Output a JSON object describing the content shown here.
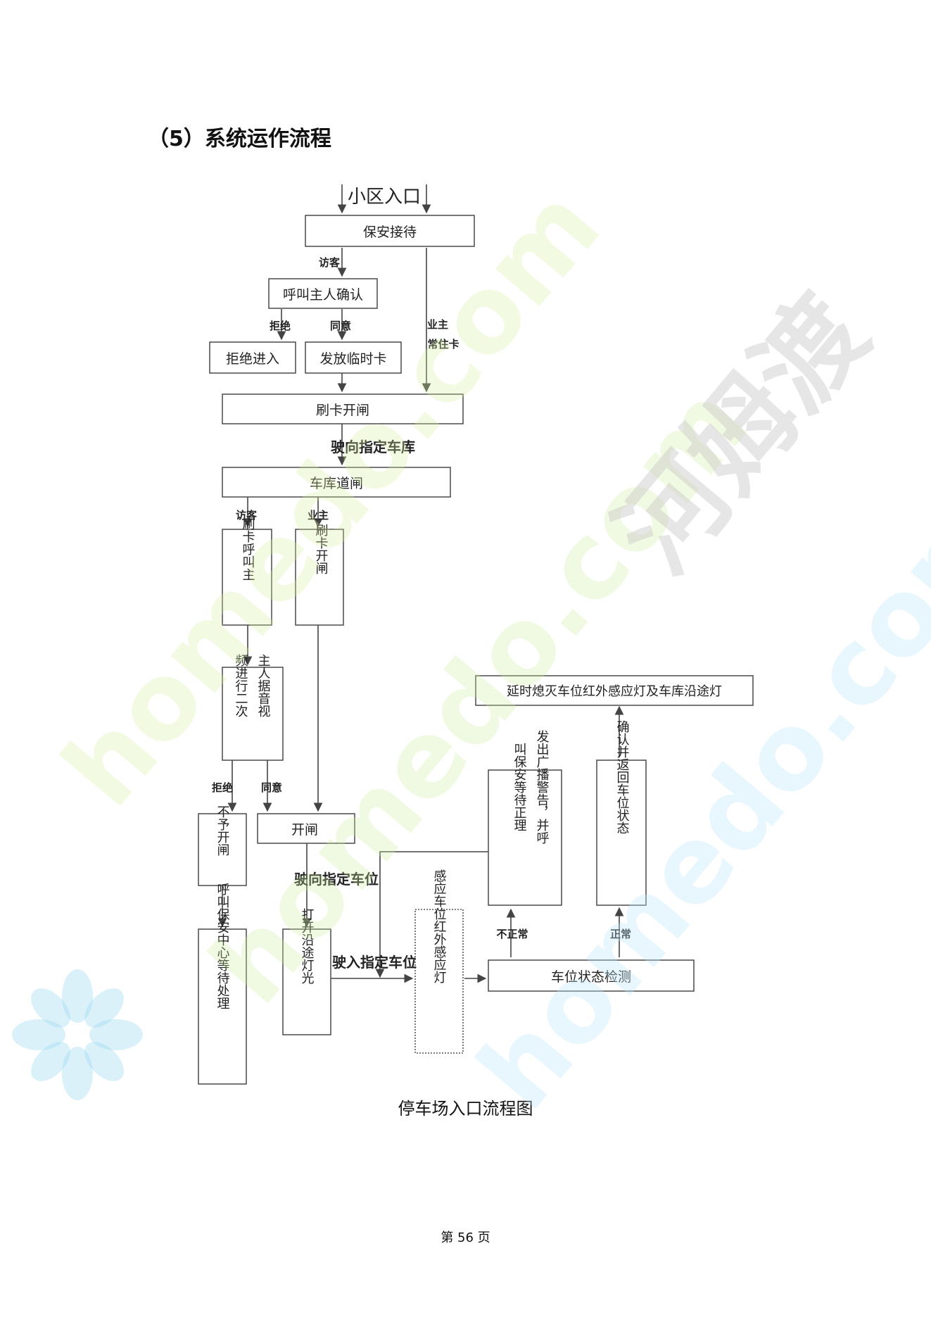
{
  "section": {
    "heading": "（5）系统运作流程"
  },
  "flowchart": {
    "entrance": "小区入口",
    "reception": "保安接待",
    "call_owner": "呼叫主人确认",
    "reject_entry": "拒绝进入",
    "issue_temp_card": "发放临时卡",
    "swipe_open_gate": "刷卡开闸",
    "garage_gate": "车库道闸",
    "swipe_call_owner": "刷卡呼叫主",
    "swipe_open_gate_v": "刷卡开闸",
    "video_call_col1": "频进行二次",
    "video_call_col2": "主人据音视",
    "no_open_gate": "不予开闸",
    "open_gate": "开闸",
    "call_security_center": "呼叫保安中心等待处理",
    "turn_on_lights": "打开沿途灯光",
    "sensor_light": "感应车位红外感应灯",
    "space_status_check": "车位状态检测",
    "alarm_col1": "发出广播警告，并呼",
    "alarm_col2": "叫保安等待正理",
    "confirm_return_status": "确认并返回车位状态",
    "delay_off_lights": "延时熄灭车位红外感应灯及车库沿途灯",
    "labels": {
      "visitor_1": "访客",
      "reject_1": "拒绝",
      "agree_1": "同意",
      "owner_1": "业主",
      "long_term_card": "常住卡",
      "drive_to_garage": "驶向指定车库",
      "visitor_2": "访客",
      "owner_2": "业主",
      "reject_2": "拒绝",
      "agree_2": "同意",
      "drive_to_space": "驶向指定车位",
      "drive_into_space": "驶入指定车位",
      "abnormal": "不正常",
      "normal": "正常"
    },
    "caption": "停车场入口流程图"
  },
  "watermark": {
    "brand_cn": "河姆渡",
    "domain": "homedo.com"
  },
  "footer": {
    "page_number": "第 56 页"
  }
}
